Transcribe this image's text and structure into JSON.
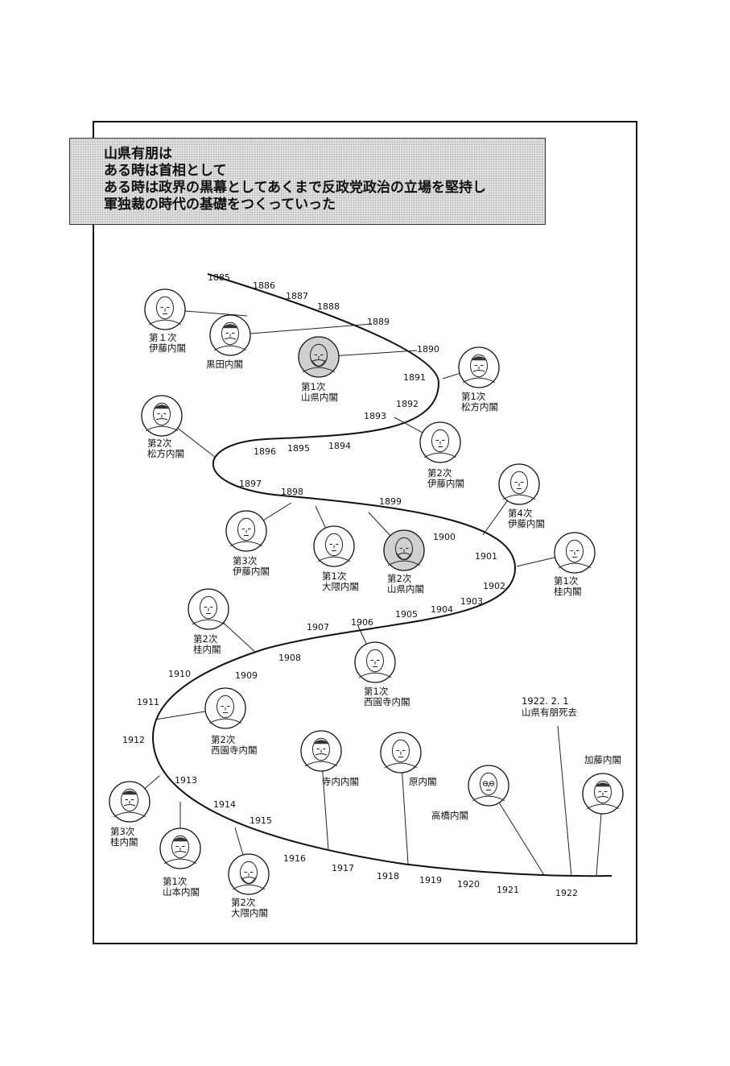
{
  "caption": {
    "lines": [
      "山県有朋は",
      "ある時は首相として",
      "ある時は政界の黒幕としてあくまで反政党政治の立場を堅持し",
      "軍独裁の時代の基礎をつくっていった"
    ]
  },
  "years": [
    "1885",
    "1886",
    "1887",
    "1888",
    "1889",
    "1890",
    "1891",
    "1892",
    "1893",
    "1894",
    "1895",
    "1896",
    "1897",
    "1898",
    "1899",
    "1900",
    "1901",
    "1902",
    "1903",
    "1904",
    "1905",
    "1906",
    "1907",
    "1908",
    "1909",
    "1910",
    "1911",
    "1912",
    "1913",
    "1914",
    "1915",
    "1916",
    "1917",
    "1918",
    "1919",
    "1920",
    "1921",
    "1922"
  ],
  "cabinets": [
    {
      "l1": "第１次",
      "l2": "伊藤内閣",
      "icon": "portrait-ito-icon"
    },
    {
      "l1": "",
      "l2": "黒田内閣",
      "icon": "portrait-kuroda-icon"
    },
    {
      "l1": "第1次",
      "l2": "山県内閣",
      "icon": "portrait-yamagata-icon"
    },
    {
      "l1": "第1次",
      "l2": "松方内閣",
      "icon": "portrait-matsukata-icon"
    },
    {
      "l1": "第2次",
      "l2": "伊藤内閣",
      "icon": "portrait-ito-icon"
    },
    {
      "l1": "第2次",
      "l2": "松方内閣",
      "icon": "portrait-matsukata-icon"
    },
    {
      "l1": "第3次",
      "l2": "伊藤内閣",
      "icon": "portrait-ito-icon"
    },
    {
      "l1": "第1次",
      "l2": "大隈内閣",
      "icon": "portrait-okuma-icon"
    },
    {
      "l1": "第2次",
      "l2": "山県内閣",
      "icon": "portrait-yamagata-icon"
    },
    {
      "l1": "第4次",
      "l2": "伊藤内閣",
      "icon": "portrait-ito-icon"
    },
    {
      "l1": "第1次",
      "l2": "桂内閣",
      "icon": "portrait-katsura-icon"
    },
    {
      "l1": "第2次",
      "l2": "桂内閣",
      "icon": "portrait-katsura-icon"
    },
    {
      "l1": "第1次",
      "l2": "西園寺内閣",
      "icon": "portrait-saionji-icon"
    },
    {
      "l1": "第2次",
      "l2": "西園寺内閣",
      "icon": "portrait-saionji-icon"
    },
    {
      "l1": "",
      "l2": "寺内内閣",
      "icon": "portrait-terauchi-icon"
    },
    {
      "l1": "",
      "l2": "原内閣",
      "icon": "portrait-hara-icon"
    },
    {
      "l1": "第3次",
      "l2": "桂内閣",
      "icon": "portrait-katsura-icon"
    },
    {
      "l1": "第1次",
      "l2": "山本内閣",
      "icon": "portrait-yamamoto-icon"
    },
    {
      "l1": "第2次",
      "l2": "大隈内閣",
      "icon": "portrait-okuma-icon"
    },
    {
      "l1": "",
      "l2": "高橋内閣",
      "icon": "portrait-takahashi-icon"
    },
    {
      "l1": "",
      "l2": "加藤内閣",
      "icon": "portrait-kato-icon"
    }
  ],
  "death_note": {
    "date": "1922. 2. 1",
    "text": "山県有朋死去"
  }
}
